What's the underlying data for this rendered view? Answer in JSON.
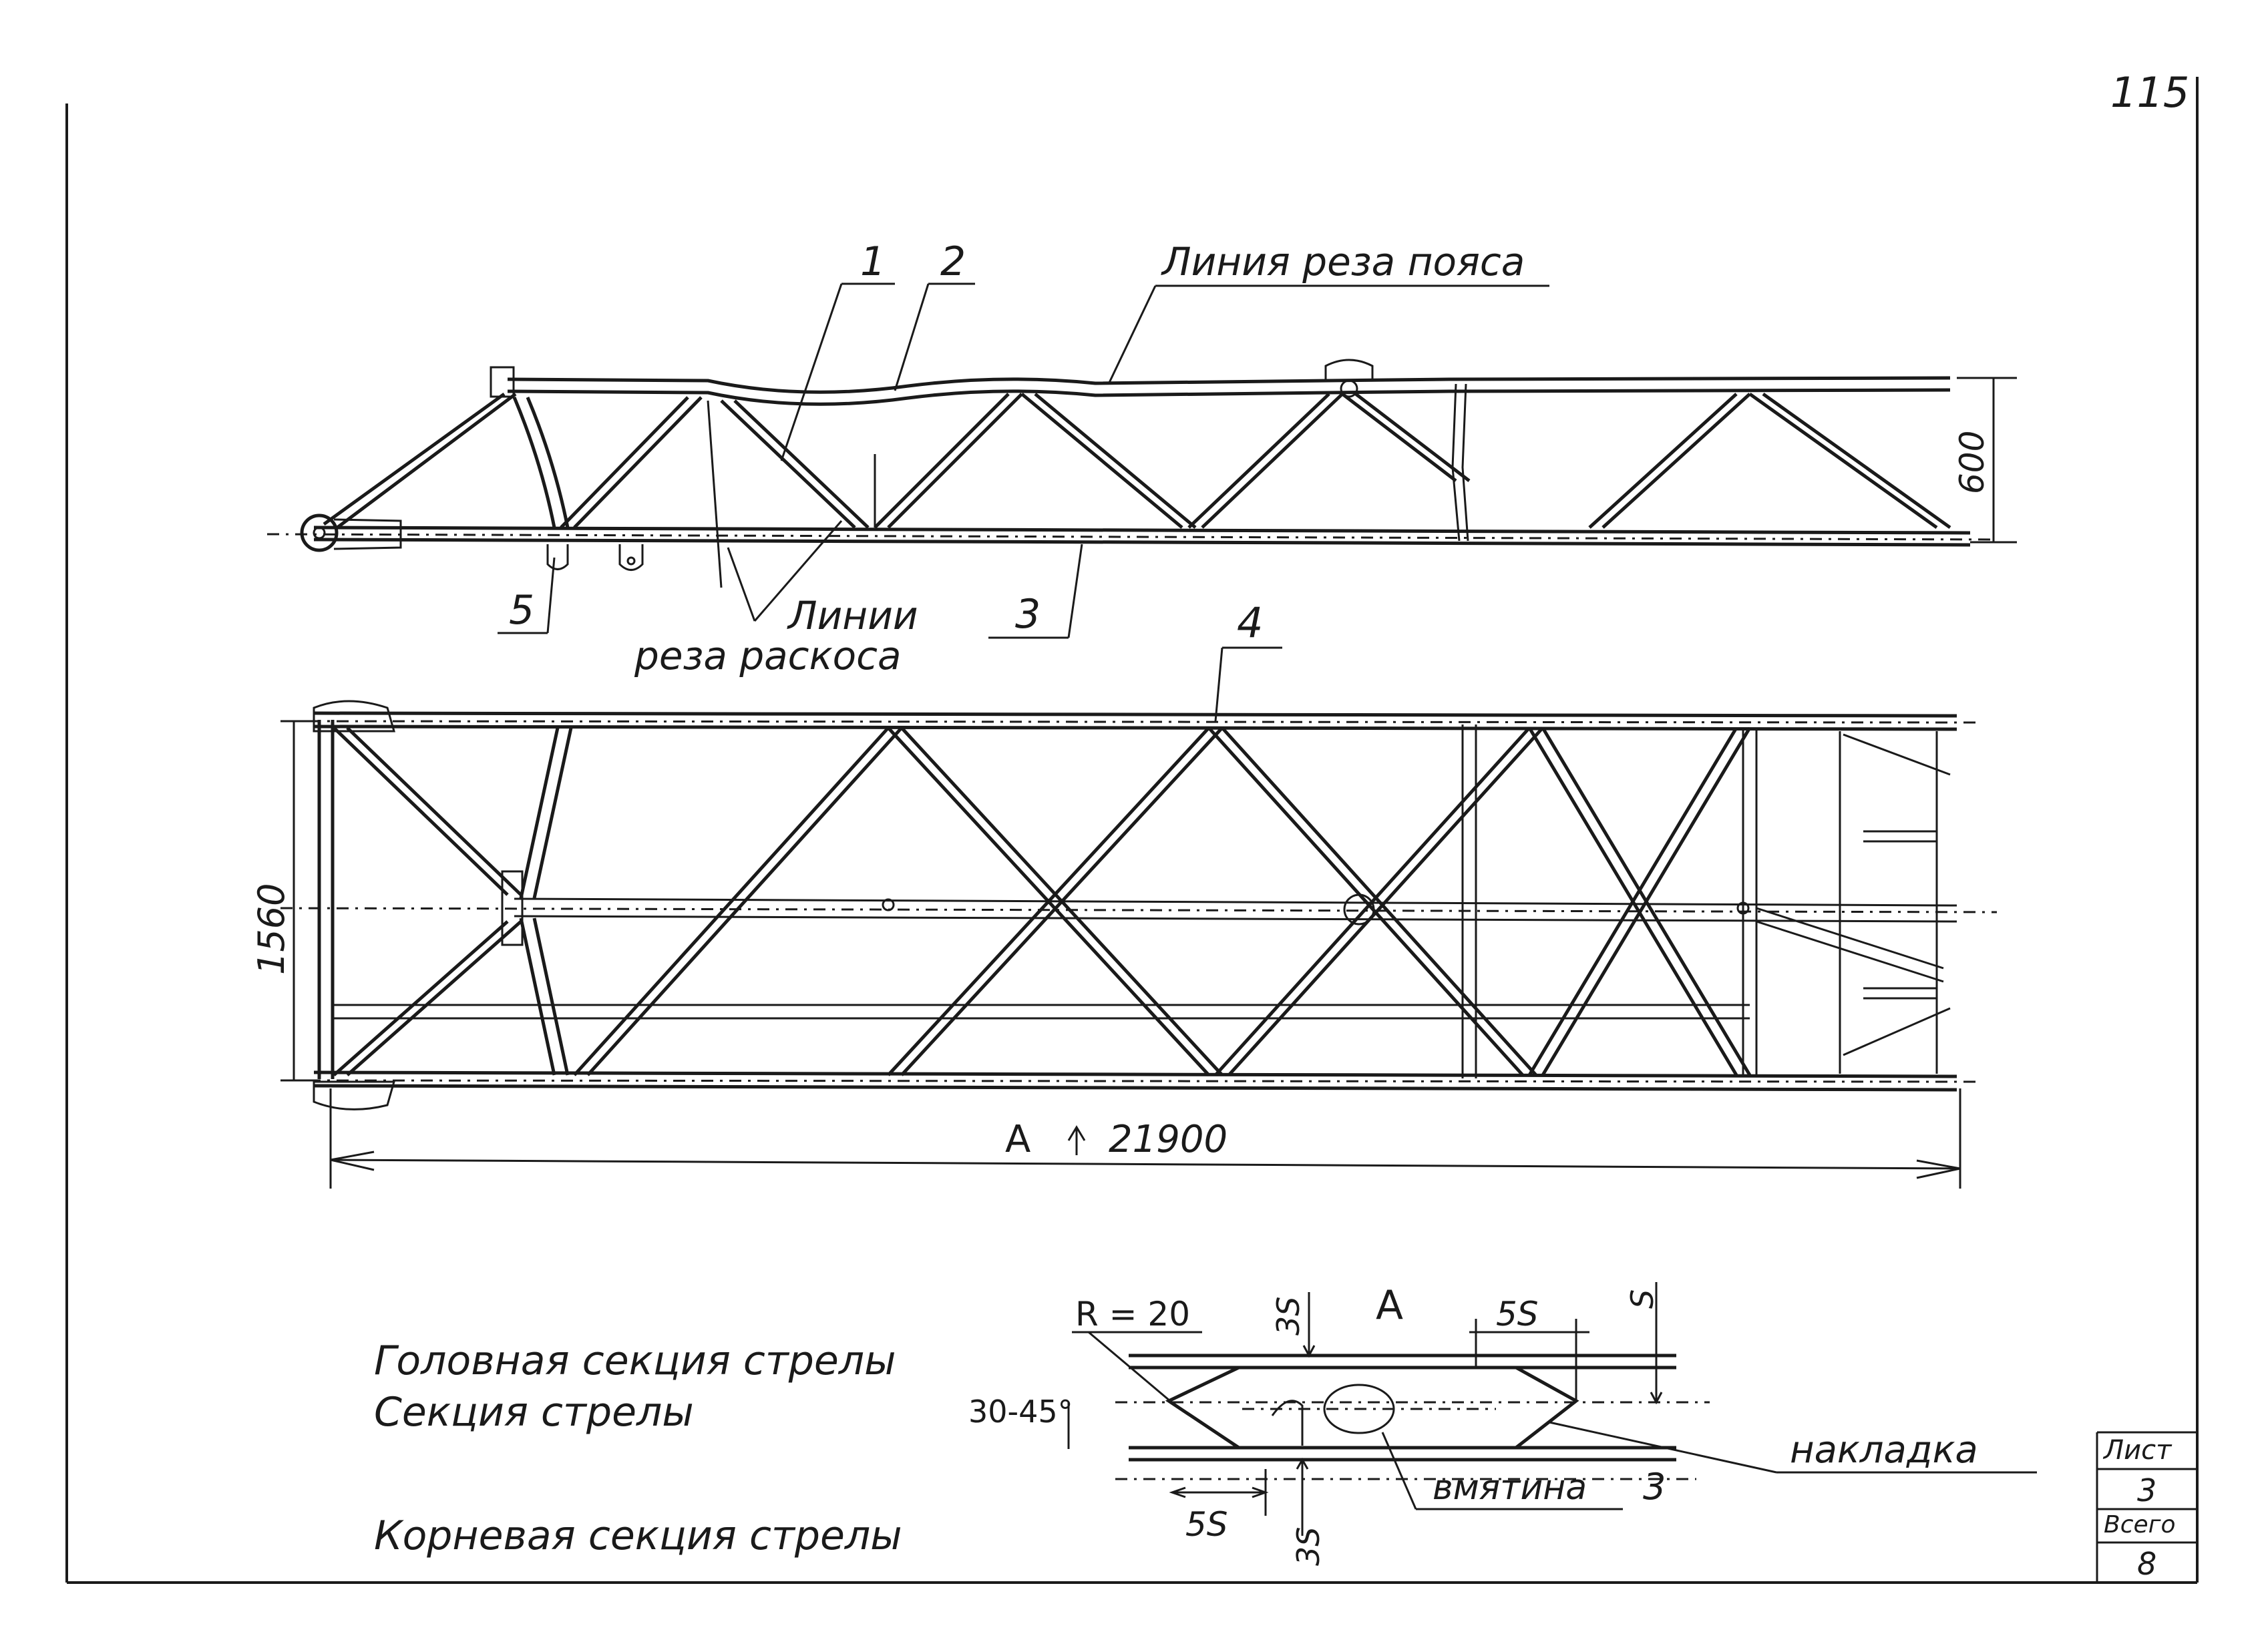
{
  "sheet": {
    "page_number": "115",
    "title_block": {
      "sheet_label": "Лист",
      "sheet_value": "3",
      "total_label": "Всего",
      "total_value": "8"
    }
  },
  "side_view": {
    "callout_1": "1",
    "callout_2": "2",
    "chord_cut_label": "Линия реза пояса",
    "brace_cut_line1": "Линии",
    "brace_cut_line2": "реза раскоса",
    "callout_3": "3",
    "callout_5": "5",
    "height_dim": "600"
  },
  "plan_view": {
    "callout_4": "4",
    "width_dim": "1560",
    "length_dim": "21900",
    "view_marker": "A"
  },
  "legend": {
    "line1": "Головная секция стрелы",
    "line2": "Секция стрелы",
    "line3": "Корневая секция стрелы"
  },
  "detail_a": {
    "title": "A",
    "radius": "R = 20",
    "angle": "30-45°",
    "dim_top_left": "3S",
    "dim_top_right": "5S",
    "dim_right": "S",
    "dim_bottom_left": "5S",
    "dim_bottom": "3S",
    "dent_label": "вмятина",
    "dent_callout": "3",
    "plate_label": "накладка"
  }
}
